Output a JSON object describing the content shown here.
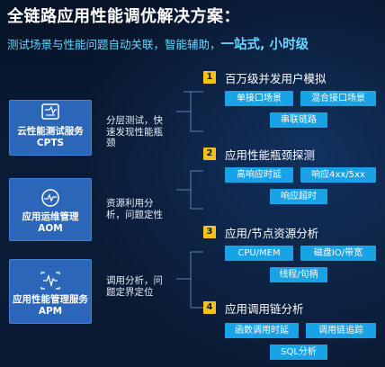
{
  "title": "全链路应用性能调优解决方案：",
  "subtitle": {
    "main": "测试场景与性能问题自动关联，智能辅助，",
    "emphasis": "一站式, 小时级"
  },
  "services": [
    {
      "name": "云性能测试服务",
      "abbr": "CPTS",
      "icon": "performance-test-icon",
      "desc": "分层测试，快速发现性能瓶颈"
    },
    {
      "name": "应用运维管理",
      "abbr": "AOM",
      "icon": "monitor-pulse-icon",
      "desc": "资源利用分析，问题定性"
    },
    {
      "name": "应用性能管理服务",
      "abbr": "APM",
      "icon": "trace-pulse-icon",
      "desc": "调用分析，问题定界定位"
    }
  ],
  "categories": [
    {
      "num": "1",
      "label": "百万级并发用户模拟",
      "tags": [
        "单接口场景",
        "混合接口场景",
        "串联链路"
      ]
    },
    {
      "num": "2",
      "label": "应用性能瓶颈探测",
      "tags": [
        "高响应时延",
        "响应4xx/5xx",
        "响应超时"
      ]
    },
    {
      "num": "3",
      "label": "应用/节点资源分析",
      "tags": [
        "CPU/MEM",
        "磁盘IO/带宽",
        "线程/句柄"
      ]
    },
    {
      "num": "4",
      "label": "应用调用链分析",
      "tags": [
        "函数调用时延",
        "调用链追踪",
        "SQL分析"
      ]
    }
  ],
  "colors": {
    "background": "#0a1a33",
    "service_box": "#2b66b8",
    "tag": "#19a2e6",
    "number_badge": "#f6c21a",
    "subtitle": "#67d6ff"
  }
}
